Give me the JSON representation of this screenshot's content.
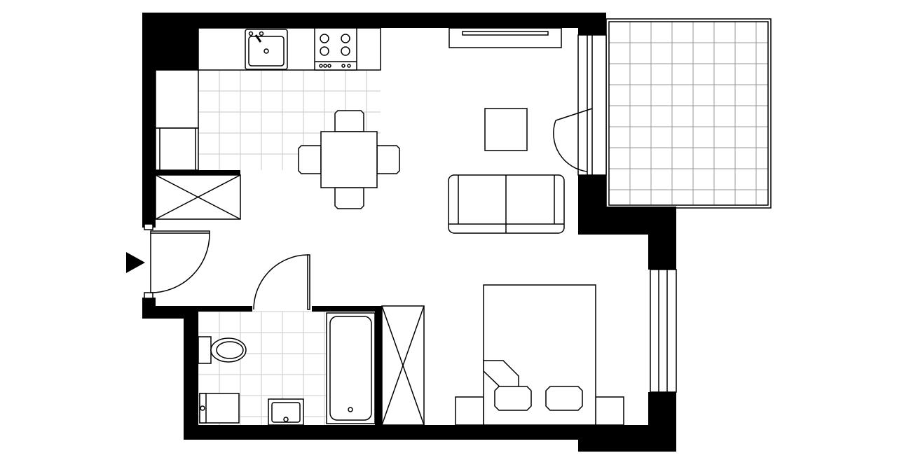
{
  "colors": {
    "wall": "#000000",
    "background": "#ffffff",
    "tile_grid": "#c8c8c8",
    "outline": "#000000"
  },
  "rooms": [
    "kitchen",
    "living-room",
    "bedroom-area",
    "bathroom",
    "hallway",
    "balcony"
  ]
}
